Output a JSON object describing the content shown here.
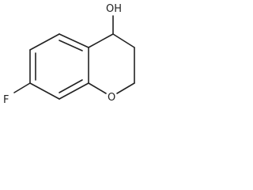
{
  "molecule": {
    "atoms": {
      "hydroxyl": "OH",
      "ring_oxygen": "O",
      "fluorine": "F"
    },
    "colors": {
      "bond": "#222222",
      "background": "#ffffff"
    }
  }
}
